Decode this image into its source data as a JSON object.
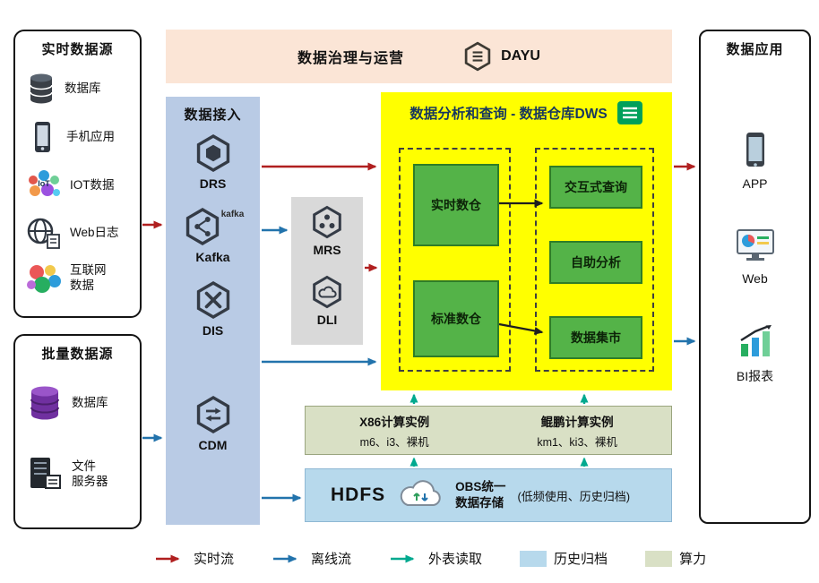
{
  "palette": {
    "realtime_flow": "#b01f1f",
    "offline_flow": "#2273ac",
    "external_read": "#00a98f",
    "node_arrow": "#1f1f1f",
    "dws_bg": "#ffff00",
    "green_node": "#54b348",
    "ingestion_bg": "#b9cbe5",
    "governance_bg": "#fbe5d6",
    "compute_bg": "#d9e0c5",
    "storage_bg": "#b7d9ec"
  },
  "realtime_sources": {
    "title": "实时数据源",
    "items": [
      {
        "icon": "database-icon",
        "label": "数据库"
      },
      {
        "icon": "phone-icon",
        "label": "手机应用"
      },
      {
        "icon": "iot-icon",
        "label": "IOT数据"
      },
      {
        "icon": "web-log-icon",
        "label": "Web日志"
      },
      {
        "icon": "internet-data-icon",
        "label": "互联网\n数据"
      }
    ]
  },
  "batch_sources": {
    "title": "批量数据源",
    "items": [
      {
        "icon": "database-stack-icon",
        "label": "数据库"
      },
      {
        "icon": "file-server-icon",
        "label": "文件\n服务器"
      }
    ]
  },
  "governance": {
    "title": "数据治理与运营",
    "product": "DAYU"
  },
  "ingestion": {
    "title": "数据接入",
    "services": [
      {
        "label": "DRS"
      },
      {
        "label": "Kafka",
        "badge": "kafka"
      },
      {
        "label": "DIS"
      },
      {
        "label": "CDM"
      }
    ]
  },
  "processing": {
    "services": [
      {
        "label": "MRS"
      },
      {
        "label": "DLI"
      }
    ]
  },
  "dws": {
    "title": "数据分析和查询 - 数据仓库DWS",
    "warehouses": [
      {
        "label": "实时数仓"
      },
      {
        "label": "标准数仓"
      }
    ],
    "services": [
      {
        "label": "交互式查询"
      },
      {
        "label": "自助分析"
      },
      {
        "label": "数据集市"
      }
    ]
  },
  "compute": {
    "groups": [
      {
        "title": "X86计算实例",
        "subtitle": "m6、i3、裸机"
      },
      {
        "title": "鲲鹏计算实例",
        "subtitle": "km1、ki3、裸机"
      }
    ]
  },
  "storage": {
    "hdfs": "HDFS",
    "obs": "OBS统一\n数据存储",
    "note": "(低频使用、历史归档)"
  },
  "applications": {
    "title": "数据应用",
    "items": [
      {
        "icon": "app-phone-icon",
        "label": "APP"
      },
      {
        "icon": "web-monitor-icon",
        "label": "Web"
      },
      {
        "icon": "bi-report-icon",
        "label": "BI报表"
      }
    ]
  },
  "legend": {
    "items": [
      {
        "kind": "arrow",
        "color": "#b01f1f",
        "label": "实时流"
      },
      {
        "kind": "arrow",
        "color": "#2273ac",
        "label": "离线流"
      },
      {
        "kind": "arrow",
        "color": "#00a98f",
        "label": "外表读取"
      },
      {
        "kind": "swatch",
        "color": "#b7d9ec",
        "label": "历史归档"
      },
      {
        "kind": "swatch",
        "color": "#d9e0c5",
        "label": "算力"
      }
    ]
  }
}
